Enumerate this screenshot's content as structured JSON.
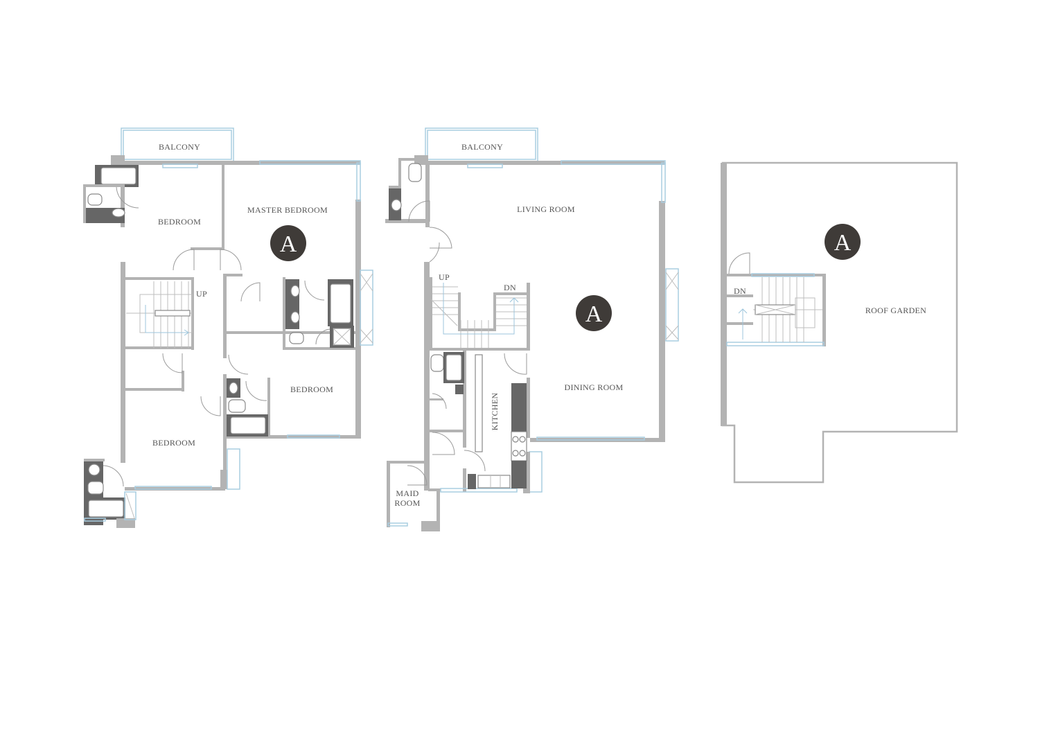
{
  "plans": {
    "upper_floor": {
      "labels": {
        "balcony": "BALCONY",
        "bedroom_a": "BEDROOM",
        "master_bedroom": "MASTER BEDROOM",
        "up": "UP",
        "bedroom_b": "BEDROOM",
        "bedroom_c": "BEDROOM"
      },
      "badge": "A"
    },
    "main_floor": {
      "labels": {
        "balcony": "BALCONY",
        "living_room": "LIVING ROOM",
        "up": "UP",
        "dn": "DN",
        "kitchen": "KITCHEN",
        "dining_room": "DINING ROOM",
        "maid_room_line1": "MAID",
        "maid_room_line2": "ROOM"
      },
      "badge": "A"
    },
    "roof": {
      "labels": {
        "dn": "DN",
        "roof_garden": "ROOF GARDEN"
      },
      "badge": "A"
    }
  },
  "colors": {
    "wall": "#b3b3b3",
    "fixture": "#666666",
    "badge": "#3f3b38",
    "glass": "#a9cde0",
    "text": "#555555"
  }
}
